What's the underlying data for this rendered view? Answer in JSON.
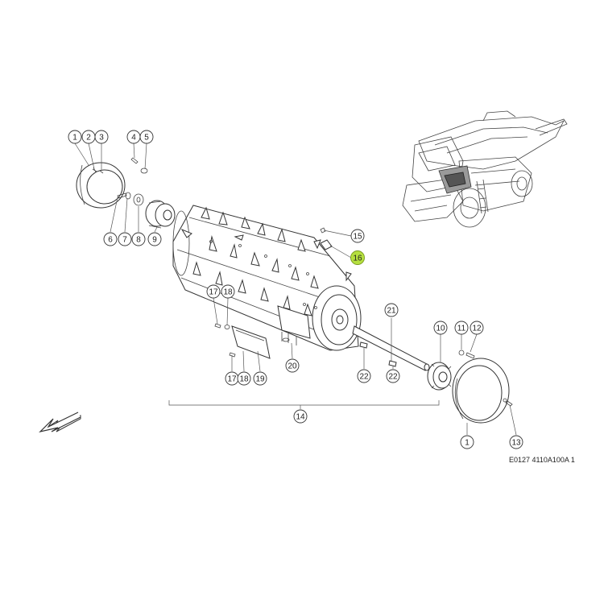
{
  "diagram": {
    "reference_code": "E0127 4110A100A 1",
    "highlight_color": "#b5df3f",
    "callouts": [
      {
        "id": "c1a",
        "label": "1"
      },
      {
        "id": "c2",
        "label": "2"
      },
      {
        "id": "c3",
        "label": "3"
      },
      {
        "id": "c4",
        "label": "4"
      },
      {
        "id": "c5",
        "label": "5"
      },
      {
        "id": "c6",
        "label": "6"
      },
      {
        "id": "c7",
        "label": "7"
      },
      {
        "id": "c8",
        "label": "8"
      },
      {
        "id": "c9",
        "label": "9"
      },
      {
        "id": "c10",
        "label": "10"
      },
      {
        "id": "c11",
        "label": "11"
      },
      {
        "id": "c12",
        "label": "12"
      },
      {
        "id": "c13",
        "label": "13"
      },
      {
        "id": "c14",
        "label": "14"
      },
      {
        "id": "c15",
        "label": "15"
      },
      {
        "id": "c16",
        "label": "16",
        "highlighted": true
      },
      {
        "id": "c17a",
        "label": "17"
      },
      {
        "id": "c18a",
        "label": "18"
      },
      {
        "id": "c17b",
        "label": "17"
      },
      {
        "id": "c18b",
        "label": "18"
      },
      {
        "id": "c19",
        "label": "19"
      },
      {
        "id": "c20",
        "label": "20"
      },
      {
        "id": "c21",
        "label": "21"
      },
      {
        "id": "c22a",
        "label": "22"
      },
      {
        "id": "c22b",
        "label": "22"
      },
      {
        "id": "c1b",
        "label": "1"
      }
    ]
  }
}
